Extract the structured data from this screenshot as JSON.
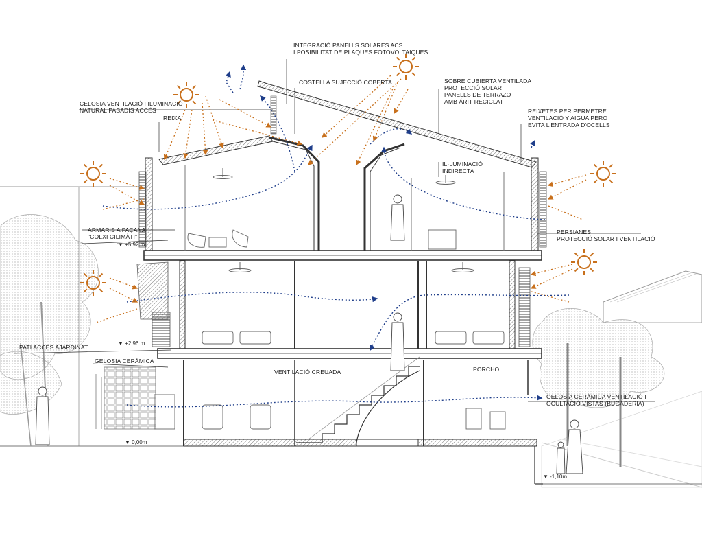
{
  "labels": {
    "solar_panels": [
      "INTEGRACIÓ PANELLS SOLARES ACS",
      "I POSIBILITAT DE PLAQUES FOTOVOLTAIQUES"
    ],
    "rib": "COSTELLA SUJECCIÓ COBERTA",
    "ventilated_roof": [
      "SOBRE CUBIERTA VENTILADA",
      "PROTECCIÓ SOLAR",
      "PANELLS DE TERRAZO",
      "AMB ÁRIT RECICLAT"
    ],
    "lattice_vent": [
      "CELOSIA VENTILACIÓ I ILUMINACIÓ",
      "NATURAL PASADÍS ACCÉS"
    ],
    "grilles": [
      "REIXETES PER PERMETRE",
      "VENTILACIÓ Y AIGUA PERO",
      "EVITA L'ENTRADA D'OCELLS"
    ],
    "reixa": "REIXA",
    "indirect_light": [
      "IL·LUMINACIÓ",
      "INDIRECTA"
    ],
    "wardrobes": [
      "ARMARIS A FAÇANA",
      "\"COLXI CILIMÀTI\""
    ],
    "blinds": [
      "PERSIANES",
      "PROTECCIÓ SOLAR I VENTILACIÓ"
    ],
    "courtyard": "PATI ACCÉS AJARDINAT",
    "ceramic_lattice": "GELOSIA CERÀMICA",
    "cross_vent": "VENTILACIÓ CREUADA",
    "porch": "PORCHO",
    "laundry_lattice": [
      "GELOSIA CERÀMICA VENTILACIÓ I",
      "OCULTACIÓ VISTAS (BUGADERIA)"
    ]
  },
  "levels": {
    "top": "▼ +5,92 m",
    "mid": "▼ +2,96 m",
    "ground": "▼ 0,00m",
    "street": "▼ -1,10m"
  },
  "colors": {
    "sun": "#c8701c",
    "ventilation": "#1f3e8a",
    "structure": "#333333",
    "hatch": "#888888",
    "tree": "#9a9a9a"
  },
  "icons": [
    "sun-icon",
    "ceiling-fan-icon",
    "person-silhouette-icon",
    "tree-icon",
    "chair-icon",
    "bed-icon"
  ]
}
